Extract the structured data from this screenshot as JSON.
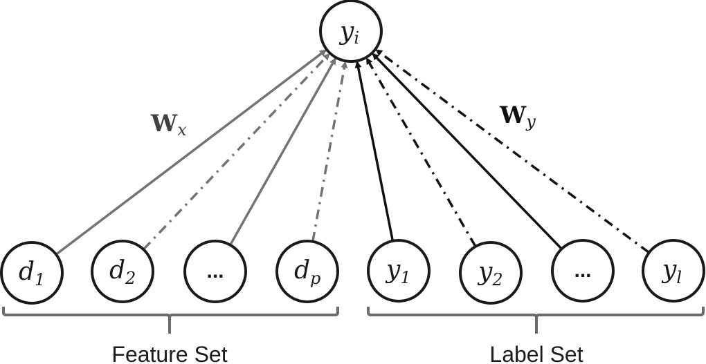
{
  "colors": {
    "feature_edge": "#737373",
    "label_edge": "#111111",
    "node_stroke": "#1a1a1a",
    "bracket": "#6b6b6b",
    "wx_label": "#404040",
    "wy_label": "#111111"
  },
  "target": {
    "id": "yi",
    "main": "y",
    "sub": "i"
  },
  "feature_nodes": [
    {
      "id": "d1",
      "main": "d",
      "sub": "1",
      "edge_style": "solid"
    },
    {
      "id": "d2",
      "main": "d",
      "sub": "2",
      "edge_style": "dash-dot"
    },
    {
      "id": "d-ellipsis",
      "main": "...",
      "sub": "",
      "edge_style": "solid"
    },
    {
      "id": "dp",
      "main": "d",
      "sub": "p",
      "edge_style": "dash-dot"
    }
  ],
  "label_nodes": [
    {
      "id": "y1",
      "main": "y",
      "sub": "1",
      "edge_style": "solid"
    },
    {
      "id": "y2",
      "main": "y",
      "sub": "2",
      "edge_style": "dash-dot"
    },
    {
      "id": "y-ellipsis",
      "main": "...",
      "sub": "",
      "edge_style": "solid"
    },
    {
      "id": "yl",
      "main": "y",
      "sub": "l",
      "edge_style": "dash-dot"
    }
  ],
  "weights": {
    "wx": {
      "main": "W",
      "sub": "x"
    },
    "wy": {
      "main": "W",
      "sub": "y"
    }
  },
  "groups": {
    "feature_set": "Feature Set",
    "label_set": "Label Set"
  }
}
